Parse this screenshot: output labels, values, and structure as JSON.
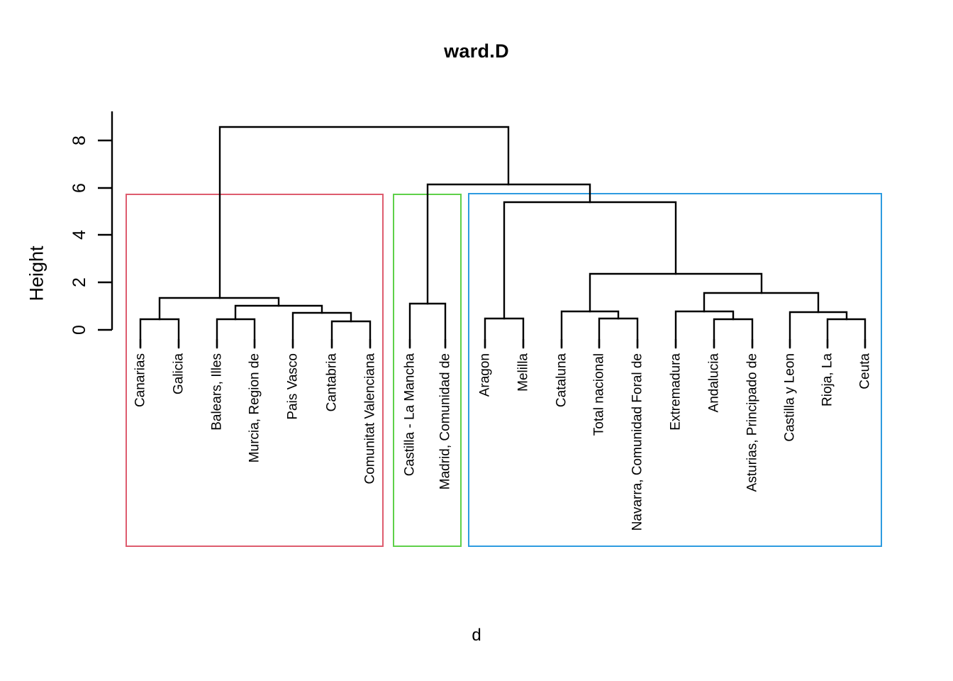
{
  "chart_data": {
    "type": "dendrogram",
    "title": "ward.D",
    "xlabel": "d",
    "ylabel": "Height",
    "ylim": [
      0,
      9.2
    ],
    "yticks": [
      0,
      2,
      4,
      6,
      8
    ],
    "ytick_labels": [
      "0",
      "2",
      "4",
      "6",
      "8"
    ],
    "grid": false,
    "legend": "none",
    "method": "ward.D",
    "n_leaves": 20,
    "leaves": [
      "Canarias",
      "Galicia",
      "Balears, Illes",
      "Murcia, Region de",
      "Pais Vasco",
      "Cantabria",
      "Comunitat Valenciana",
      "Castilla - La Mancha",
      "Madrid, Comunidad de",
      "Aragon",
      "Melilla",
      "Cataluna",
      "Total nacional",
      "Navarra, Comunidad Foral de",
      "Extremadura",
      "Andalucia",
      "Asturias, Principado de",
      "Castilla y Leon",
      "Rioja, La",
      "Ceuta"
    ],
    "clusters": [
      {
        "id": 1,
        "color": "#DE5C6E",
        "members": [
          "Canarias",
          "Galicia",
          "Balears, Illes",
          "Murcia, Region de",
          "Pais Vasco",
          "Cantabria",
          "Comunitat Valenciana"
        ],
        "box_height": 5.75
      },
      {
        "id": 2,
        "color": "#5FD04A",
        "members": [
          "Castilla - La Mancha",
          "Madrid, Comunidad de"
        ],
        "box_height": 5.75
      },
      {
        "id": 3,
        "color": "#2E9BE0",
        "members": [
          "Aragon",
          "Melilla",
          "Cataluna",
          "Total nacional",
          "Navarra, Comunidad Foral de",
          "Extremadura",
          "Andalucia",
          "Asturias, Principado de",
          "Castilla y Leon",
          "Rioja, La",
          "Ceuta"
        ],
        "box_height": 5.8
      }
    ],
    "merges": [
      {
        "name": "Canarias+Galicia",
        "left": 1,
        "right": 2,
        "height": 0.45
      },
      {
        "name": "Balears+Murcia",
        "left": 3,
        "right": 4,
        "height": 0.45
      },
      {
        "name": "Cantabria+ComunitatValenciana",
        "left": 6,
        "right": 7,
        "height": 0.38
      },
      {
        "name": "PaisVasco+(Cantabria,Comunitat)",
        "left": 5,
        "right": "Cantabria+ComunitatValenciana",
        "height": 0.78
      },
      {
        "name": "(Balears,Murcia)+(PaisVasco...)",
        "left": "Balears+Murcia",
        "right": "PaisVasco+(Cantabria,Comunitat)",
        "height": 1.08
      },
      {
        "name": "cluster1-root",
        "left": "Canarias+Galicia",
        "right": "(Balears,Murcia)+(PaisVasco...)",
        "height": 1.42
      },
      {
        "name": "Castilla-LaMancha+Madrid",
        "left": 8,
        "right": 9,
        "height": 1.15
      },
      {
        "name": "Aragon+Melilla",
        "left": 10,
        "right": 11,
        "height": 0.5
      },
      {
        "name": "Total+Navarra",
        "left": 13,
        "right": 14,
        "height": 0.5
      },
      {
        "name": "Cataluna+(Total,Navarra)",
        "left": 12,
        "right": "Total+Navarra",
        "height": 0.82
      },
      {
        "name": "Andalucia+Asturias",
        "left": 16,
        "right": 17,
        "height": 0.45
      },
      {
        "name": "Extremadura+(Andalucia,Asturias)",
        "left": 15,
        "right": "Andalucia+Asturias",
        "height": 0.82
      },
      {
        "name": "Rioja+Ceuta",
        "left": 19,
        "right": 20,
        "height": 0.45
      },
      {
        "name": "CastillayLeon+(Rioja,Ceuta)",
        "left": 18,
        "right": "Rioja+Ceuta",
        "height": 0.8
      },
      {
        "name": "(Extremadura...)+(CastillayLeon...)",
        "left": "Extremadura+(Andalucia,Asturias)",
        "right": "CastillayLeon+(Rioja,Ceuta)",
        "height": 1.62
      },
      {
        "name": "(Cataluna...)+(Extremadura...)",
        "left": "Cataluna+(Total,Navarra)",
        "right": "(Extremadura...)+(CastillayLeon...)",
        "height": 2.42
      },
      {
        "name": "cluster3-root",
        "left": "Aragon+Melilla",
        "right": "(Cataluna...)+(Extremadura...)",
        "height": 5.4
      },
      {
        "name": "green+blue",
        "left": "Castilla-LaMancha+Madrid",
        "right": "cluster3-root",
        "height": 6.2
      },
      {
        "name": "root",
        "left": "cluster1-root",
        "right": "green+blue",
        "height": 8.6
      }
    ]
  }
}
